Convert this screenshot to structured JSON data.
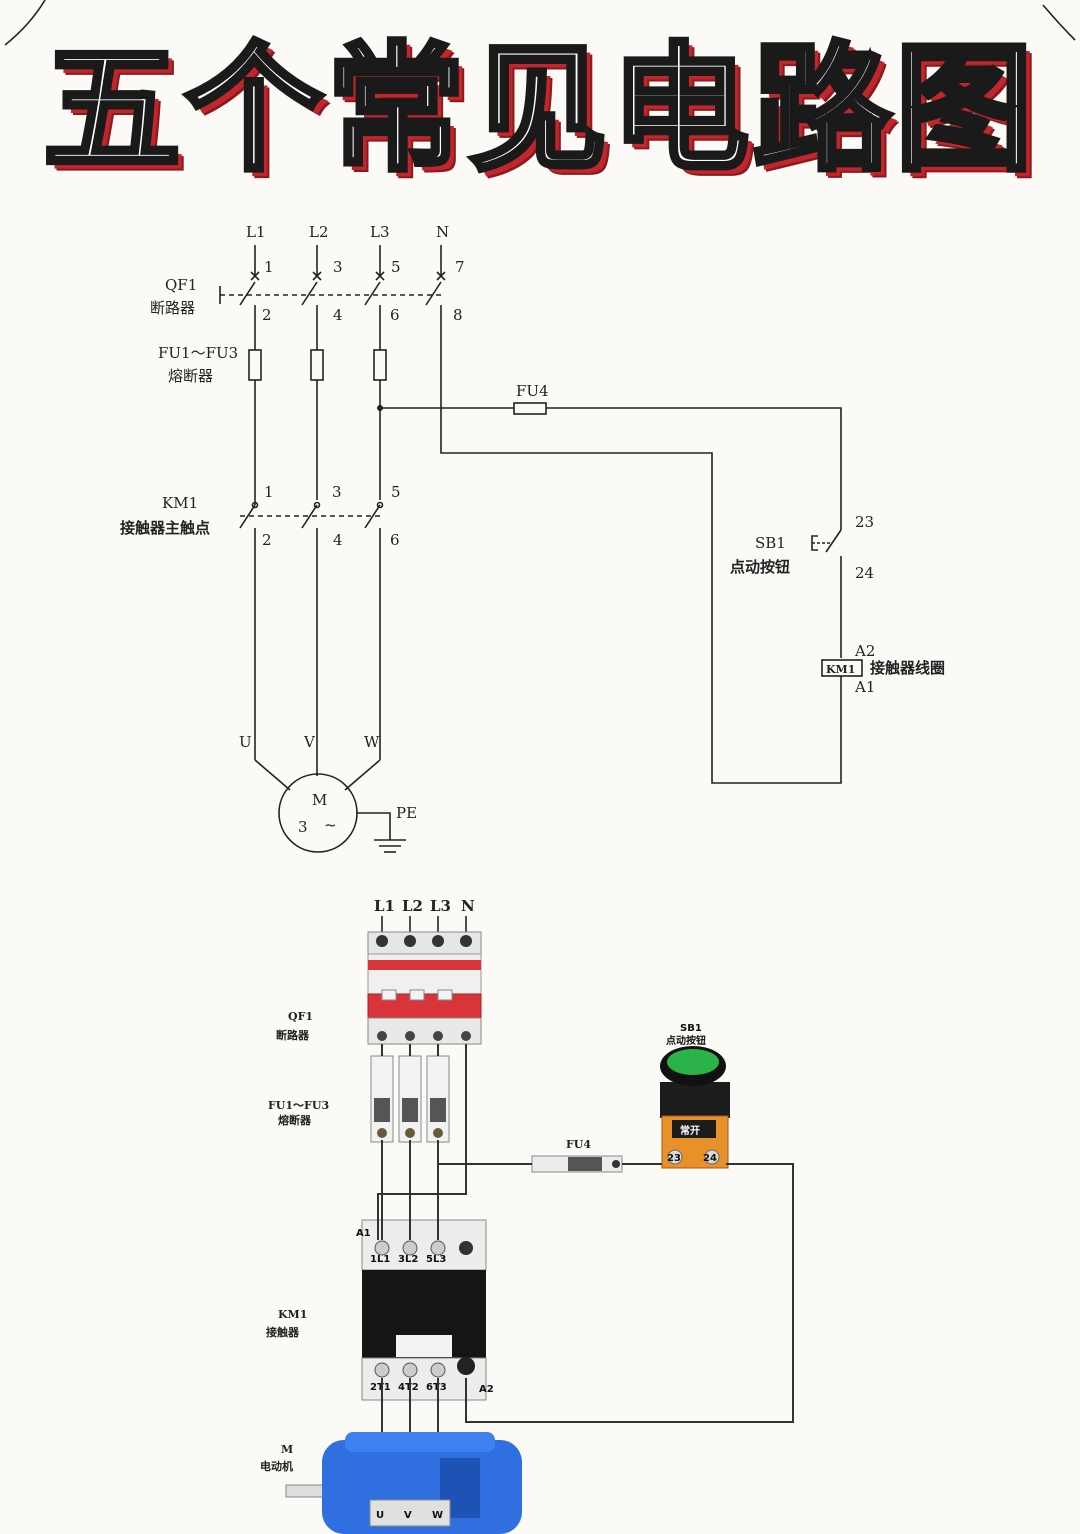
{
  "title": "五个常见电路图",
  "schematic": {
    "phases": [
      "L1",
      "L2",
      "L3",
      "N"
    ],
    "top_terminals": [
      "1",
      "3",
      "5",
      "7"
    ],
    "qf1_bottom_terminals": [
      "2",
      "4",
      "6",
      "8"
    ],
    "qf1_code": "QF1",
    "qf1_name": "断路器",
    "fuse_code": "FU1～FU3",
    "fuse_name": "熔断器",
    "fu4_code": "FU4",
    "km1_code": "KM1",
    "km1_name": "接触器主触点",
    "km1_top_terminals": [
      "1",
      "3",
      "5"
    ],
    "km1_bottom_terminals": [
      "2",
      "4",
      "6"
    ],
    "motor_terminals": [
      "U",
      "V",
      "W"
    ],
    "motor_symbol": "M",
    "motor_phase": "3",
    "motor_tilde": "~",
    "pe_label": "PE",
    "sb1_code": "SB1",
    "sb1_name": "点动按钮",
    "sb1_terminals": [
      "23",
      "24"
    ],
    "coil_code": "KM1",
    "coil_name": "接触器线圈",
    "coil_terminals": [
      "A2",
      "A1"
    ]
  },
  "wiring": {
    "phases": [
      "L1",
      "L2",
      "L3",
      "N"
    ],
    "qf1_code": "QF1",
    "qf1_name": "断路器",
    "fuse_code": "FU1～FU3",
    "fuse_name": "熔断器",
    "fu4_code": "FU4",
    "sb1_code": "SB1",
    "sb1_name": "点动按钮",
    "sb1_plate": "常开",
    "sb1_terminals": [
      "23",
      "24"
    ],
    "km1_code": "KM1",
    "km1_name": "接触器",
    "km1_top_labels": [
      "1L1",
      "3L2",
      "5L3"
    ],
    "km1_bottom_labels": [
      "2T1",
      "4T2",
      "6T3"
    ],
    "a1_label": "A1",
    "a2_label": "A2",
    "motor_code": "M",
    "motor_name": "电动机",
    "motor_terminals": [
      "U",
      "V",
      "W"
    ]
  },
  "colors": {
    "title_fill": "#ffffff",
    "title_shadow": "#c0262c",
    "breaker_red": "#d8343a",
    "button_green": "#2bb34a",
    "button_orange": "#e8902a",
    "motor_blue": "#2f6fe0",
    "contactor_black": "#151515"
  }
}
